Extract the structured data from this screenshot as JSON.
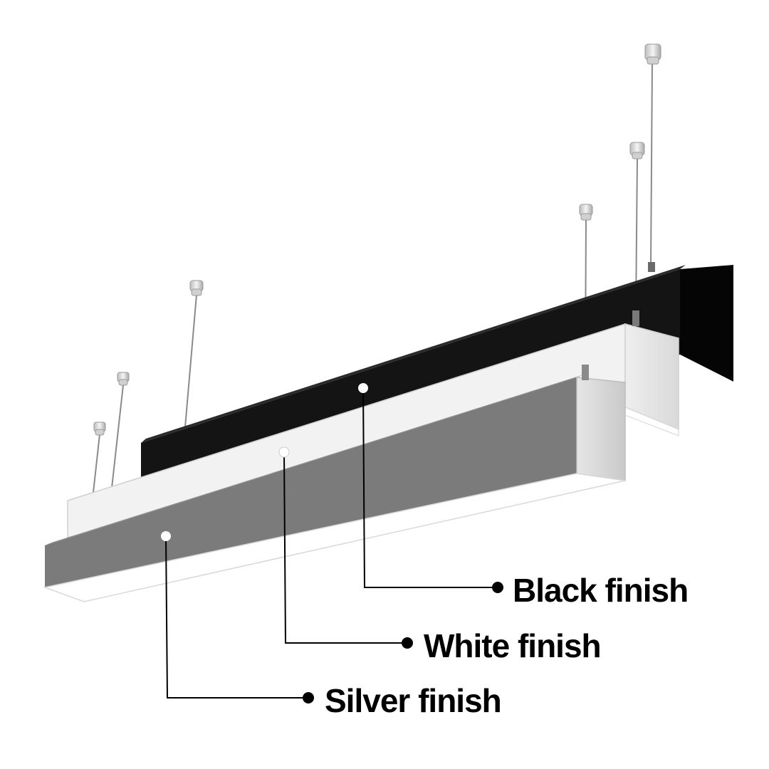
{
  "labels": {
    "black": "Black finish",
    "white": "White finish",
    "silver": "Silver finish"
  },
  "colors": {
    "black_body": "#141414",
    "black_end": "#050505",
    "white_body": "#f2f2f2",
    "white_end": "#e4e4e4",
    "silver_body": "#7b7b7b",
    "silver_end": "#d8d8d8",
    "diffuser": "#ffffff",
    "wire": "#8a8a8a",
    "marker": "#ffffff",
    "leader": "#000000"
  }
}
